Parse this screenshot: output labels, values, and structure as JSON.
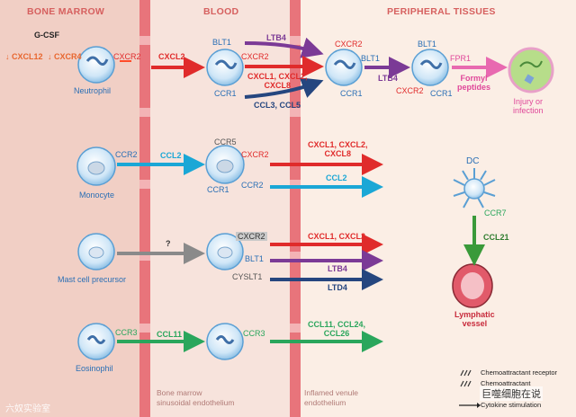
{
  "headers": {
    "bone_marrow": "BONE MARROW",
    "blood": "BLOOD",
    "peripheral": "PERIPHERAL TISSUES"
  },
  "neutrophil": {
    "gcsf": "G-CSF",
    "cxcl12": "↓ CXCL12",
    "cxcr4": "↓ CXCR4",
    "cxcr2": "CXCR2",
    "name": "Neutrophil",
    "cxcl2": "CXCL2",
    "blood_blt1": "BLT1",
    "blood_cxcr2": "CXCR2",
    "blood_ccr1": "CCR1",
    "ltb4_top": "LTB4",
    "cxcl_mix": "CXCL1, CXCL2,\nCXCL8",
    "ccl35": "CCL3, CCL5",
    "pt_cxcr2": "CXCR2",
    "pt_blt1": "BLT1",
    "pt_ccr1": "CCR1",
    "ltb4_mid": "LTB4",
    "pt2_blt1": "BLT1",
    "pt2_fpr1": "FPR1",
    "pt2_cxcr2": "CXCR2",
    "pt2_ccr1": "CCR1",
    "formyl": "Formyl\npeptides",
    "injury": "Injury or\ninfection"
  },
  "monocyte": {
    "ccr2": "CCR2",
    "name": "Monocyte",
    "ccl2": "CCL2",
    "ccr5": "CCR5",
    "cxcr2": "CXCR2",
    "ccr1": "CCR1",
    "ccr2_b": "CCR2",
    "cxcl_mix": "CXCL1, CXCL2,\nCXCL8",
    "ccl2_pt": "CCL2"
  },
  "mast": {
    "name": "Mast cell precursor",
    "q": "?",
    "cxcr2": "CXCR2",
    "blt1": "BLT1",
    "cysl": "CYSLT1",
    "cxcl12": "CXCL1, CXCL2",
    "ltb4": "LTB4",
    "ltd4": "LTD4"
  },
  "eosinophil": {
    "ccr3": "CCR3",
    "name": "Eosinophil",
    "ccl11": "CCL11",
    "ccr3_b": "CCR3",
    "ccl_mix": "CCL11, CCL24,\nCCL26"
  },
  "dc": {
    "name": "DC",
    "ccr7": "CCR7",
    "ccl21": "CCL21",
    "vessel": "Lymphatic\nvessel"
  },
  "captions": {
    "bm_endo": "Bone marrow\nsinusoidal endothelium",
    "venule": "Inflamed venule\nendothelium"
  },
  "legend": {
    "receptor": "Chemoattractant receptor",
    "chemo": "Chemoattractant",
    "cytokine": "Cytokine stimulation"
  },
  "watermark": {
    "left": "六奴实验室",
    "right": "巨噬细胞在说"
  },
  "colors": {
    "red": "#e02b2b",
    "purple": "#7b3a96",
    "dark_blue": "#25467f",
    "cyan": "#1aa7d6",
    "green": "#2aa65c",
    "gray": "#8a8a8a",
    "pink": "#e869b0"
  }
}
